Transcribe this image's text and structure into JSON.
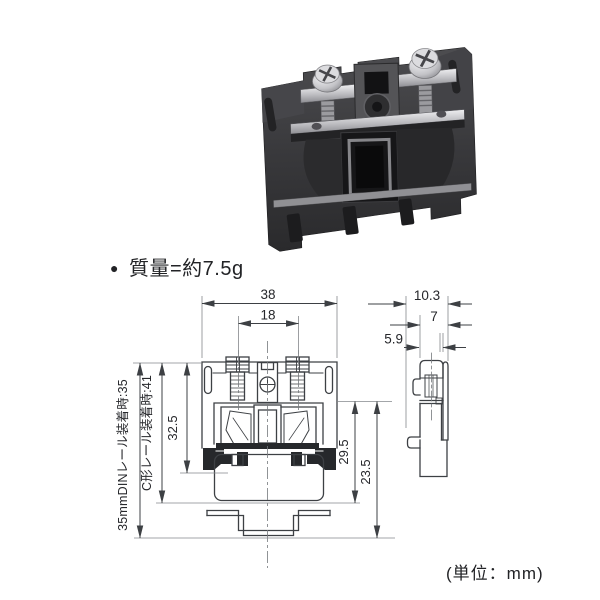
{
  "notes": {
    "mass_bullet": "●",
    "mass_text": "質量=約7.5g",
    "unit_text": "(単位：mm)"
  },
  "front_view": {
    "width": "38",
    "screw_pitch": "18",
    "height_body": "32.5",
    "height_c_rail": "C形レール装着時:41",
    "height_din_rail": "35mmDINレール装着時:35",
    "right_dim_upper": "29.5",
    "right_dim_lower": "23.5"
  },
  "side_view": {
    "depth_total": "10.3",
    "depth_body": "7",
    "depth_front": "5.9"
  },
  "colors": {
    "outline": "#3d4044",
    "extension_line": "#85888c",
    "fill_black": "#26282b",
    "body_dark": "#39393c",
    "metal_light": "#d9d9dc"
  }
}
